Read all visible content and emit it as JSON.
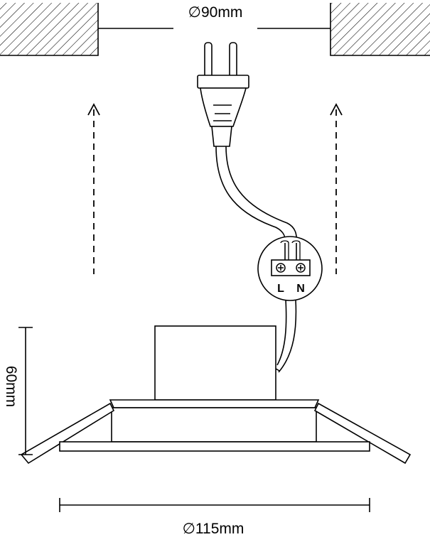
{
  "dimensions": {
    "cutout_diameter": "∅90mm",
    "height": "60mm",
    "outer_diameter": "∅115mm"
  },
  "terminal": {
    "live": "L",
    "neutral": "N"
  }
}
